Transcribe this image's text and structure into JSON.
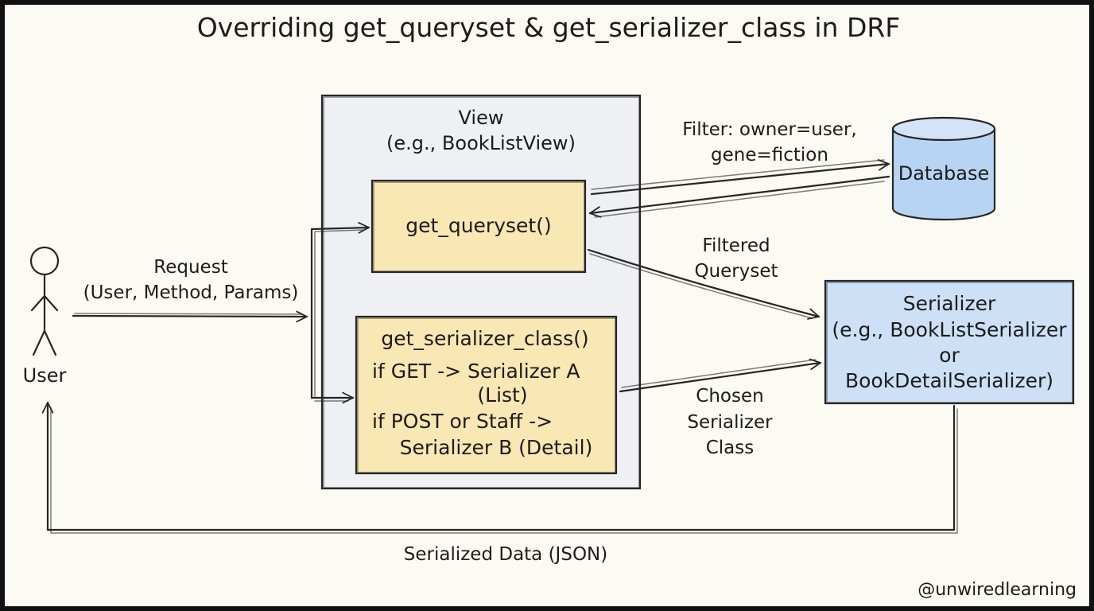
{
  "title": "Overriding get_queryset & get_serializer_class in DRF",
  "user": {
    "label": "User"
  },
  "request": {
    "line1": "Request",
    "line2": "(User, Method, Params)"
  },
  "view": {
    "line1": "View",
    "line2": "(e.g., BookListView)"
  },
  "get_queryset": {
    "label": "get_queryset()"
  },
  "get_serializer_class": {
    "line1": "get_serializer_class()",
    "line2": "if GET -> Serializer A",
    "line3": "(List)",
    "line4": "if POST or Staff ->",
    "line5": "Serializer B (Detail)"
  },
  "filter": {
    "line1": "Filter: owner=user,",
    "line2": "gene=fiction"
  },
  "database": {
    "label": "Database"
  },
  "filtered_queryset": {
    "line1": "Filtered",
    "line2": "Queryset"
  },
  "serializer": {
    "line1": "Serializer",
    "line2": "(e.g., BookListSerializer",
    "line3": "or",
    "line4": "BookDetailSerializer)"
  },
  "chosen_serializer": {
    "line1": "Chosen",
    "line2": "Serializer",
    "line3": "Class"
  },
  "serialized_data": {
    "label": "Serialized Data (JSON)"
  },
  "watermark": "@unwiredlearning",
  "colors": {
    "background": "#fbfaf3",
    "frame": "#111111",
    "view_box": "#eef0f3",
    "method_box": "#f9e7b4",
    "serializer_box": "#cde0f6",
    "database": "#b8d4f3",
    "ink": "#262626"
  }
}
